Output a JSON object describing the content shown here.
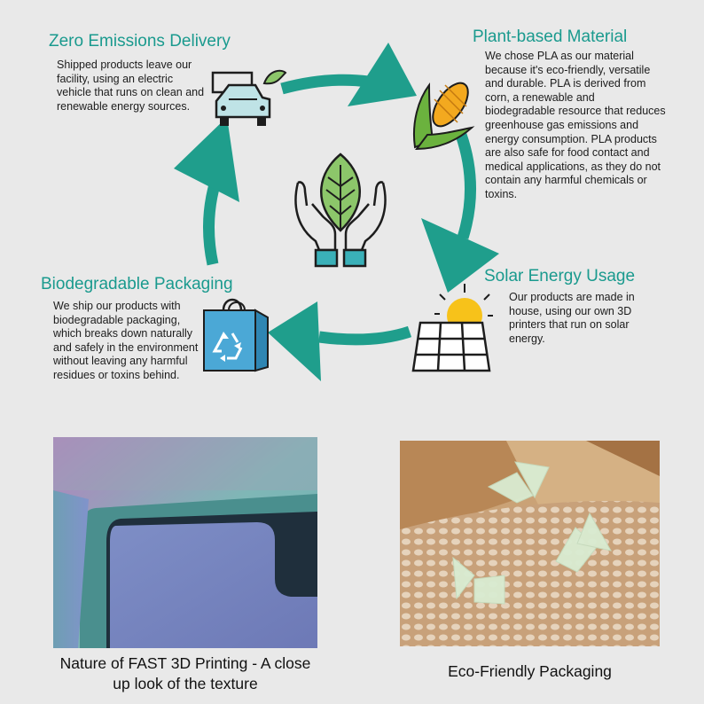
{
  "cycle": {
    "center_icon": "hands-holding-leaf-icon",
    "steps": [
      {
        "id": "zero-emissions",
        "title": "Zero Emissions Delivery",
        "body": "Shipped products leave our facility, using an electric vehicle that runs on clean and renewable energy sources.",
        "icon": "electric-truck-icon"
      },
      {
        "id": "plant-based",
        "title": "Plant-based Material",
        "body": "We chose PLA as our material because it's eco-friendly, versatile and durable. PLA is derived from corn, a renewable and biodegradable resource that reduces greenhouse gas emissions and energy consumption. PLA products are also safe for food contact and medical applications, as they do not contain any harmful chemicals or toxins.",
        "icon": "corn-icon"
      },
      {
        "id": "solar-energy",
        "title": "Solar Energy Usage",
        "body": "Our products are made in house, using our own 3D printers that run on solar energy.",
        "icon": "solar-panel-icon"
      },
      {
        "id": "biodegradable",
        "title": "Biodegradable Packaging",
        "body": "We ship our products with biodegradable packaging, which breaks down naturally and safely in the environment without leaving any harmful residues or toxins behind.",
        "icon": "recycle-bag-icon"
      }
    ]
  },
  "photos": [
    {
      "caption": "Nature of FAST 3D Printing - A close up look of the texture"
    },
    {
      "caption": "Eco-Friendly Packaging"
    }
  ],
  "colors": {
    "teal": "#1a9a8e",
    "arrow": "#1f9e8c",
    "background": "#e9e9e9"
  }
}
